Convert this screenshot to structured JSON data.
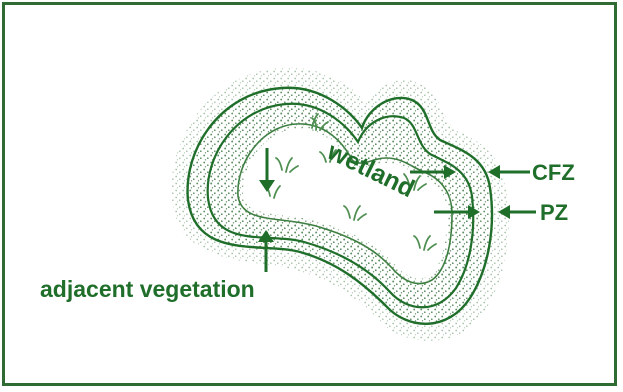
{
  "diagram": {
    "center_label": "wetland",
    "labels": {
      "cfz": "CFZ",
      "pz": "PZ",
      "adjacent": "adjacent vegetation"
    },
    "colors": {
      "ink": "#1f6e2a",
      "frame": "#2f6b32",
      "stipple": "#5e8f62"
    }
  }
}
